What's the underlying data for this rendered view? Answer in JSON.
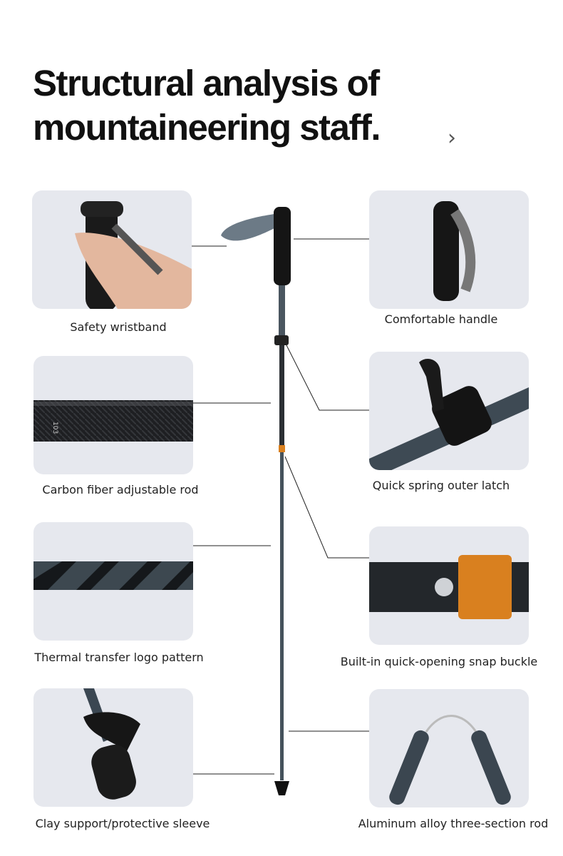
{
  "title": {
    "line1": "Structural analysis of",
    "line2": "mountaineering staff."
  },
  "chevron_icon": "chevron-right-icon",
  "features": {
    "left": [
      {
        "label": "Safety wristband"
      },
      {
        "label": "Carbon fiber adjustable rod",
        "rod_marking": "103"
      },
      {
        "label": "Thermal transfer logo pattern"
      },
      {
        "label": "Clay support/protective sleeve"
      }
    ],
    "right": [
      {
        "label": "Comfortable handle"
      },
      {
        "label": "Quick spring outer latch"
      },
      {
        "label": "Built-in quick-opening snap buckle"
      },
      {
        "label": "Aluminum alloy three-section rod"
      }
    ]
  },
  "colors": {
    "accent": "#d9801f",
    "rod": "#3c4650",
    "card_bg": "#e6e8ee"
  }
}
